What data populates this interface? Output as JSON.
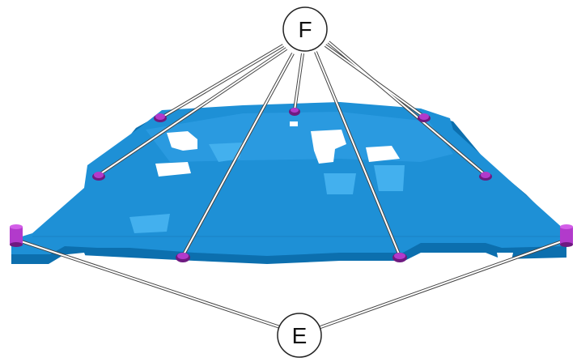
{
  "callouts": {
    "top_label": "F",
    "bottom_label": "E"
  },
  "colors": {
    "plate": "#1e90d6",
    "plate_shadow": "#0c6fae",
    "plate_highlight": "#43b0ee",
    "fastener": "#b23acb",
    "fastener_dark": "#6e1a80",
    "leader_line": "#444444"
  },
  "parts": {
    "top_callout_points_to": "fastener",
    "bottom_callout_points_to": "spacer",
    "fastener_count": 7,
    "spacer_count": 2
  }
}
